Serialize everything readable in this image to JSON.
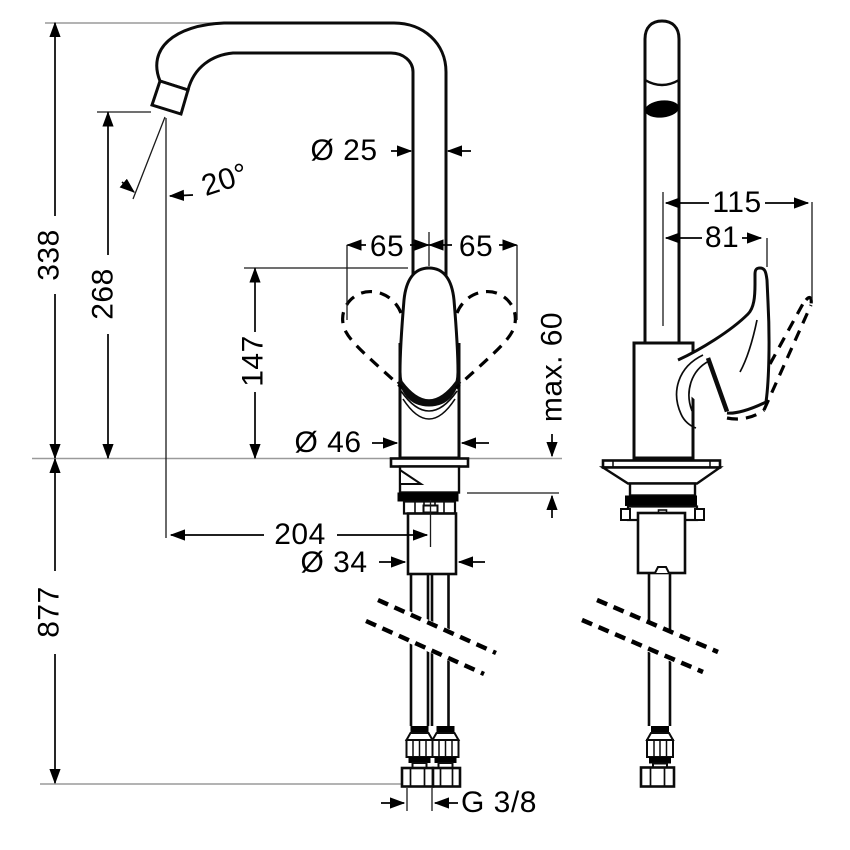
{
  "drawing": {
    "front_view": {
      "total_spout_height": "338",
      "outlet_height": "268",
      "handle_top_height": "147",
      "below_deck_length": "877",
      "spout_angle": "20°",
      "spout_pipe_diameter": "Ø 25",
      "swivel_left": "65",
      "swivel_right": "65",
      "body_diameter": "Ø 46",
      "max_deck_thickness": "max. 60",
      "spout_reach": "204",
      "shank_diameter": "Ø 34",
      "hose_connection": "G 3/8"
    },
    "side_view": {
      "depth_handle_raised": "115",
      "depth_handle_rest": "81"
    },
    "colors": {
      "outline": "#0b0b0b",
      "dimension_line": "#000000",
      "reference_line": "#9a9a9a",
      "background": "#ffffff"
    }
  }
}
